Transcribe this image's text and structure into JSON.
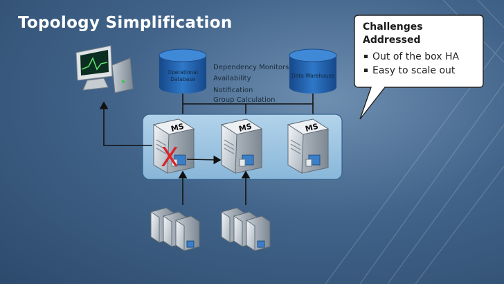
{
  "title": "Topology Simplification",
  "callout": {
    "heading_line1": "Challenges",
    "heading_line2": "Addressed",
    "items": [
      "Out of the box HA",
      "Easy to scale out"
    ]
  },
  "databases": {
    "operational_line1": "Operational",
    "operational_line2": "Database",
    "warehouse": "Data Warehouse"
  },
  "features": [
    "Dependency Monitors",
    "Availability",
    "Notification",
    "Group Calculation"
  ],
  "servers": {
    "ms_label": "MS"
  },
  "status": {
    "failed_mark": "X"
  },
  "colors": {
    "pool_fill": "#9cc6e4",
    "db_blue": "#1f5fa8",
    "failure_red": "#d8242c"
  }
}
